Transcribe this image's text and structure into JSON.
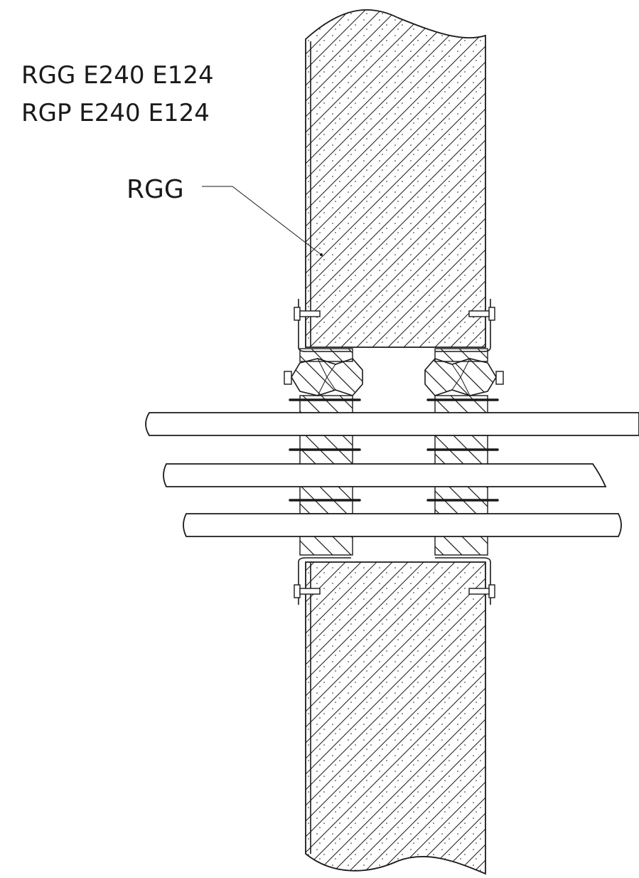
{
  "labels": {
    "title_line_1": "RGG E240 E124",
    "title_line_2": "RGP E240 E124",
    "callout": "RGG"
  },
  "colors": {
    "line": "#1a1a1a",
    "background": "#ffffff"
  }
}
